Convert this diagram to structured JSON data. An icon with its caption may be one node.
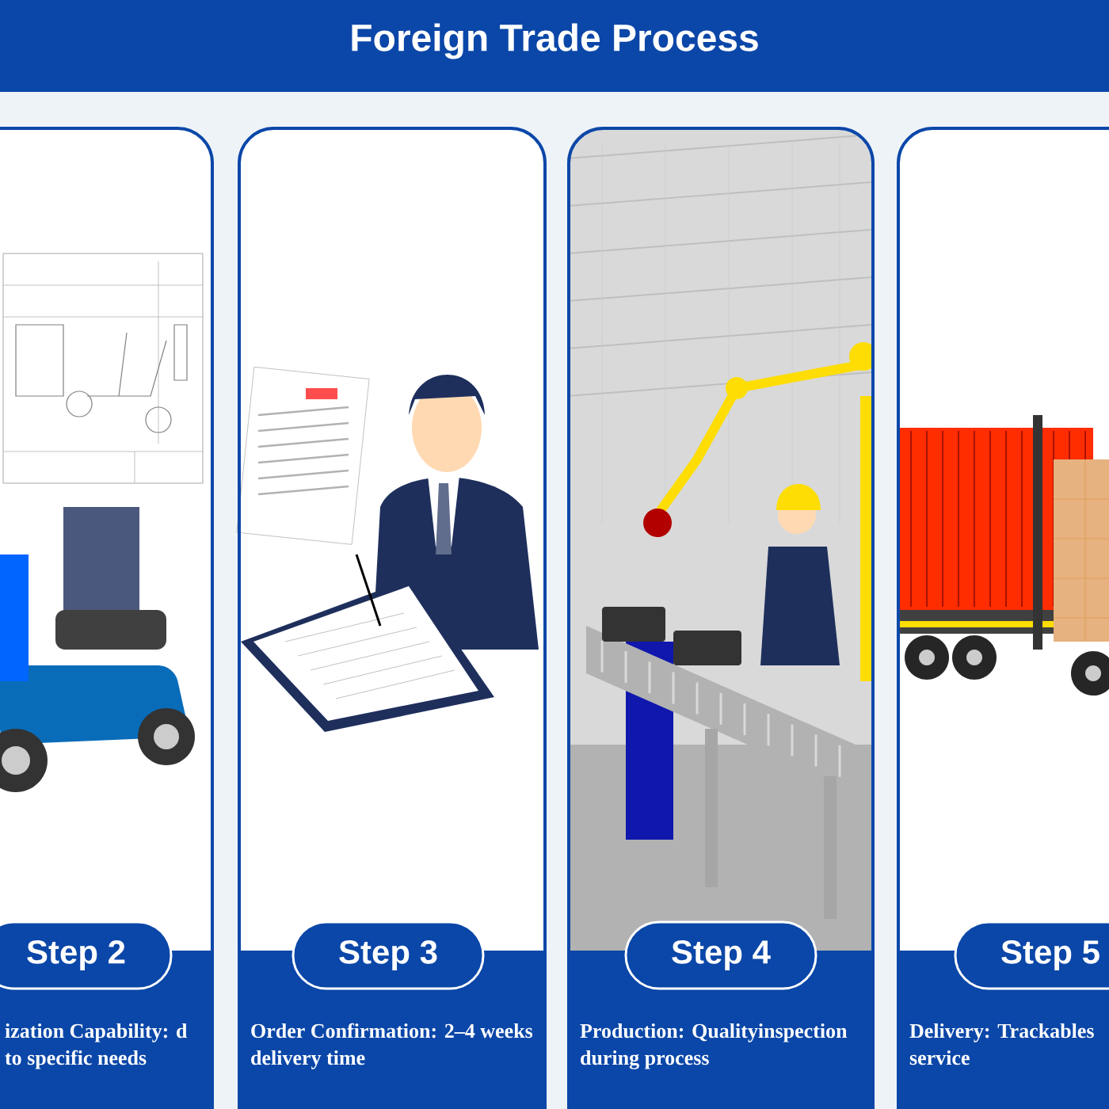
{
  "diagram": {
    "title": "Foreign Trade Process",
    "nodes": [
      {
        "text": [
          "ization Capability: d to specific needs"
        ]
      },
      {
        "text": [
          "Step 2"
        ],
        "in": 0
      },
      {
        "text": [
          "Order Confirmation: 2–4 weeks delivery time"
        ]
      },
      {
        "text": [
          "Step 3"
        ],
        "in": 2
      },
      {
        "text": [
          "Production: Qualityinspection during process"
        ]
      },
      {
        "text": [
          "Step 4"
        ],
        "in": 4
      },
      {
        "text": [
          "Delivery: Trackables service"
        ]
      },
      {
        "text": [
          "Step 5"
        ],
        "in": 6
      }
    ]
  }
}
